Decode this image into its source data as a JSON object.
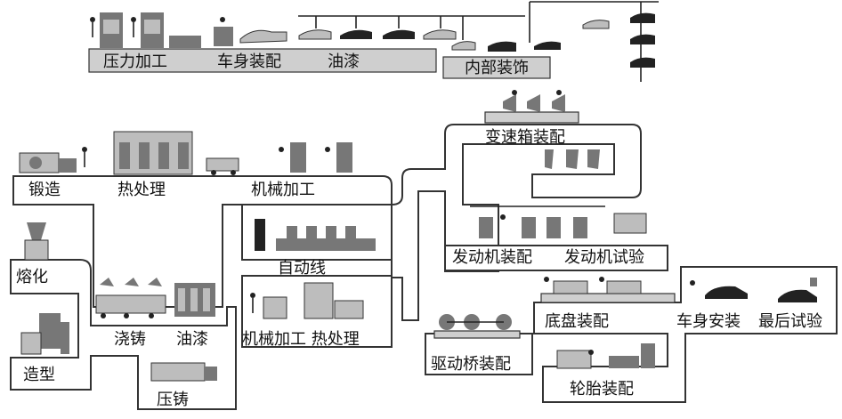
{
  "labels": {
    "press": "压力加工",
    "body_assembly": "车身装配",
    "paint_top": "油漆",
    "interior": "内部装饰",
    "transmission": "变速箱装配",
    "forging": "锻造",
    "heat_treatment": "热处理",
    "machining_top": "机械加工",
    "automatic_line": "自动线",
    "engine_assembly": "发动机装配",
    "engine_test": "发动机试验",
    "melting": "熔化",
    "pouring": "浇铸",
    "paint_left": "油漆",
    "machining_heat": "机械加工  热处理",
    "molding": "造型",
    "die_casting": "压铸",
    "drive_axle": "驱动桥装配",
    "chassis_assembly": "底盘装配",
    "body_mounting": "车身安装",
    "final_test": "最后试验",
    "tire_assembly": "轮胎装配"
  },
  "colors": {
    "line": "#333333",
    "floor": "#cfcfcf",
    "machine": "#777777",
    "dark": "#222222"
  }
}
